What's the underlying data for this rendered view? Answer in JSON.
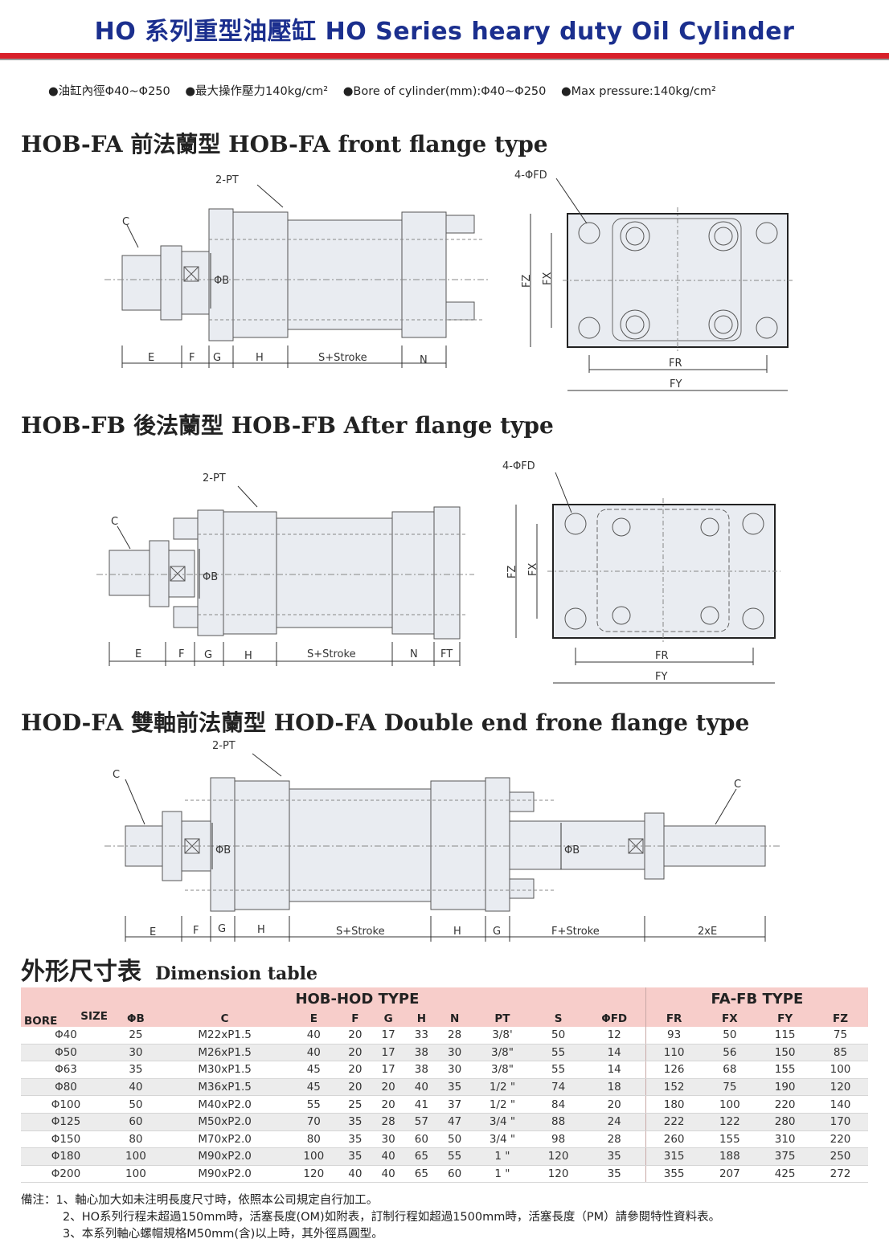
{
  "header": {
    "title": "HO 系列重型油壓缸 HO Series heary duty Oil Cylinder"
  },
  "specs": [
    "●油缸內徑Φ40~Φ250",
    "●最大操作壓力140kg/cm²",
    "●Bore of cylinder(mm):Φ40~Φ250",
    "●Max pressure:140kg/cm²"
  ],
  "sections": {
    "fa": {
      "title": "HOB-FA 前法蘭型  HOB-FA front flange type",
      "labels": {
        "pt": "2-PT",
        "c": "C",
        "phib": "ΦB",
        "e": "E",
        "f": "F",
        "g": "G",
        "h": "H",
        "stroke": "S+Stroke",
        "n": "N",
        "fd": "4-ΦFD",
        "fz": "FZ",
        "fx": "FX",
        "fr": "FR",
        "fy": "FY"
      }
    },
    "fb": {
      "title": "HOB-FB 後法蘭型  HOB-FB After flange type",
      "labels": {
        "pt": "2-PT",
        "c": "C",
        "phib": "ΦB",
        "e": "E",
        "f": "F",
        "g": "G",
        "h": "H",
        "stroke": "S+Stroke",
        "n": "N",
        "ft": "FT",
        "fd": "4-ΦFD",
        "fz": "FZ",
        "fx": "FX",
        "fr": "FR",
        "fy": "FY"
      }
    },
    "hod": {
      "title": "HOD-FA 雙軸前法蘭型  HOD-FA Double end frone flange type",
      "labels": {
        "pt": "2-PT",
        "c": "C",
        "c2": "C",
        "phib": "ΦB",
        "phib2": "ΦB",
        "e": "E",
        "f": "F",
        "g": "G",
        "h": "H",
        "stroke": "S+Stroke",
        "h2": "H",
        "g2": "G",
        "fstroke": "F+Stroke",
        "e2": "2xE"
      }
    }
  },
  "table": {
    "title_zh": "外形尺寸表",
    "title_en": "Dimension table",
    "group1": "HOB-HOD TYPE",
    "group2": "FA-FB TYPE",
    "corner_size": "SIZE",
    "corner_bore": "BORE",
    "headers": [
      "ΦB",
      "C",
      "E",
      "F",
      "G",
      "H",
      "N",
      "PT",
      "S",
      "ΦFD",
      "FR",
      "FX",
      "FY",
      "FZ"
    ],
    "rows": [
      [
        "Φ40",
        "25",
        "M22xP1.5",
        "40",
        "20",
        "17",
        "33",
        "28",
        "3/8'",
        "50",
        "12",
        "93",
        "50",
        "115",
        "75"
      ],
      [
        "Φ50",
        "30",
        "M26xP1.5",
        "40",
        "20",
        "17",
        "38",
        "30",
        "3/8\"",
        "55",
        "14",
        "110",
        "56",
        "150",
        "85"
      ],
      [
        "Φ63",
        "35",
        "M30xP1.5",
        "45",
        "20",
        "17",
        "38",
        "30",
        "3/8\"",
        "55",
        "14",
        "126",
        "68",
        "155",
        "100"
      ],
      [
        "Φ80",
        "40",
        "M36xP1.5",
        "45",
        "20",
        "20",
        "40",
        "35",
        "1/2 \"",
        "74",
        "18",
        "152",
        "75",
        "190",
        "120"
      ],
      [
        "Φ100",
        "50",
        "M40xP2.0",
        "55",
        "25",
        "20",
        "41",
        "37",
        "1/2 \"",
        "84",
        "20",
        "180",
        "100",
        "220",
        "140"
      ],
      [
        "Φ125",
        "60",
        "M50xP2.0",
        "70",
        "35",
        "28",
        "57",
        "47",
        "3/4 \"",
        "88",
        "24",
        "222",
        "122",
        "280",
        "170"
      ],
      [
        "Φ150",
        "80",
        "M70xP2.0",
        "80",
        "35",
        "30",
        "60",
        "50",
        "3/4 \"",
        "98",
        "28",
        "260",
        "155",
        "310",
        "220"
      ],
      [
        "Φ180",
        "100",
        "M90xP2.0",
        "100",
        "35",
        "40",
        "65",
        "55",
        "1 \"",
        "120",
        "35",
        "315",
        "188",
        "375",
        "250"
      ],
      [
        "Φ200",
        "100",
        "M90xP2.0",
        "120",
        "40",
        "40",
        "65",
        "60",
        "1 \"",
        "120",
        "35",
        "355",
        "207",
        "425",
        "272"
      ]
    ]
  },
  "notes": [
    "備注：1、軸心加大如未注明長度尺寸時，依照本公司規定自行加工。",
    "2、HO系列行程未超過150mm時，活塞長度(OM)如附表，訂制行程如超過1500mm時，活塞長度（PM）請參閱特性資料表。",
    "3、本系列軸心螺帽規格M50mm(含)以上時，其外徑爲圓型。"
  ]
}
